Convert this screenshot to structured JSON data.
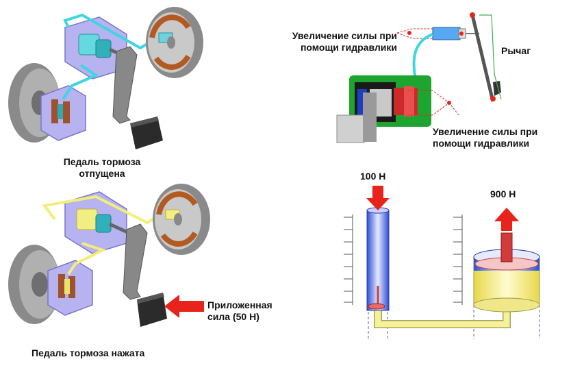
{
  "top_left": {
    "caption_line1": "Педаль тормоза",
    "caption_line2": "отпущена",
    "line_color": "#3fd6e0"
  },
  "bottom_left": {
    "caption": "Педаль тормоза нажата",
    "force_label_line1": "Приложенная",
    "force_label_line2": "сила (50 Н)",
    "line_color": "#f2ee7a",
    "arrow_color": "#e8231c"
  },
  "top_right": {
    "hydraulic_top_line1": "Увеличение силы при",
    "hydraulic_top_line2": "помощи гидравлики",
    "lever_label": "Рычаг",
    "hydraulic_bottom_line1": "Увеличение силы при",
    "hydraulic_bottom_line2": "помощи гидравлики"
  },
  "bottom_right": {
    "input_force": "100 Н",
    "output_force": "900 Н",
    "fluid_color": "#f6f29a",
    "column_color": "#3a5fd8"
  }
}
